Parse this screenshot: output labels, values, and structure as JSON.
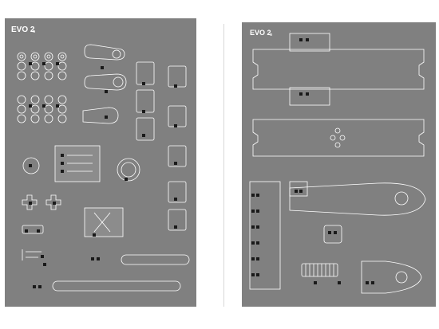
{
  "sheets": [
    {
      "logo": "EVO 2",
      "logo_sub": "n",
      "background": "#808080"
    },
    {
      "logo": "EVO 2",
      "logo_sub": "n",
      "background": "#808080"
    }
  ],
  "colors": {
    "sheet": "#808080",
    "outline": "#ffffff",
    "label": "#1a1a1a"
  },
  "icons": [
    "gear-icon",
    "spring-icon",
    "gauge-icon"
  ]
}
